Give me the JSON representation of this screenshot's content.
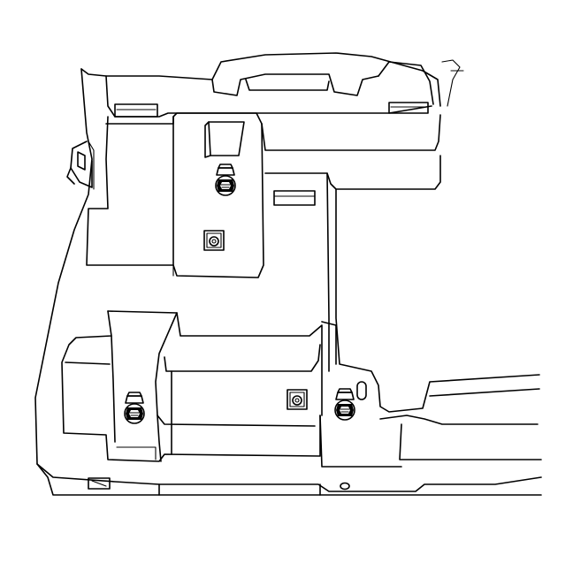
{
  "figure": {
    "kind": "line-art technical illustration",
    "line_color": "#000000",
    "background": "#ffffff",
    "fasteners": {
      "bolts": 3,
      "square_nuts": 2
    }
  }
}
